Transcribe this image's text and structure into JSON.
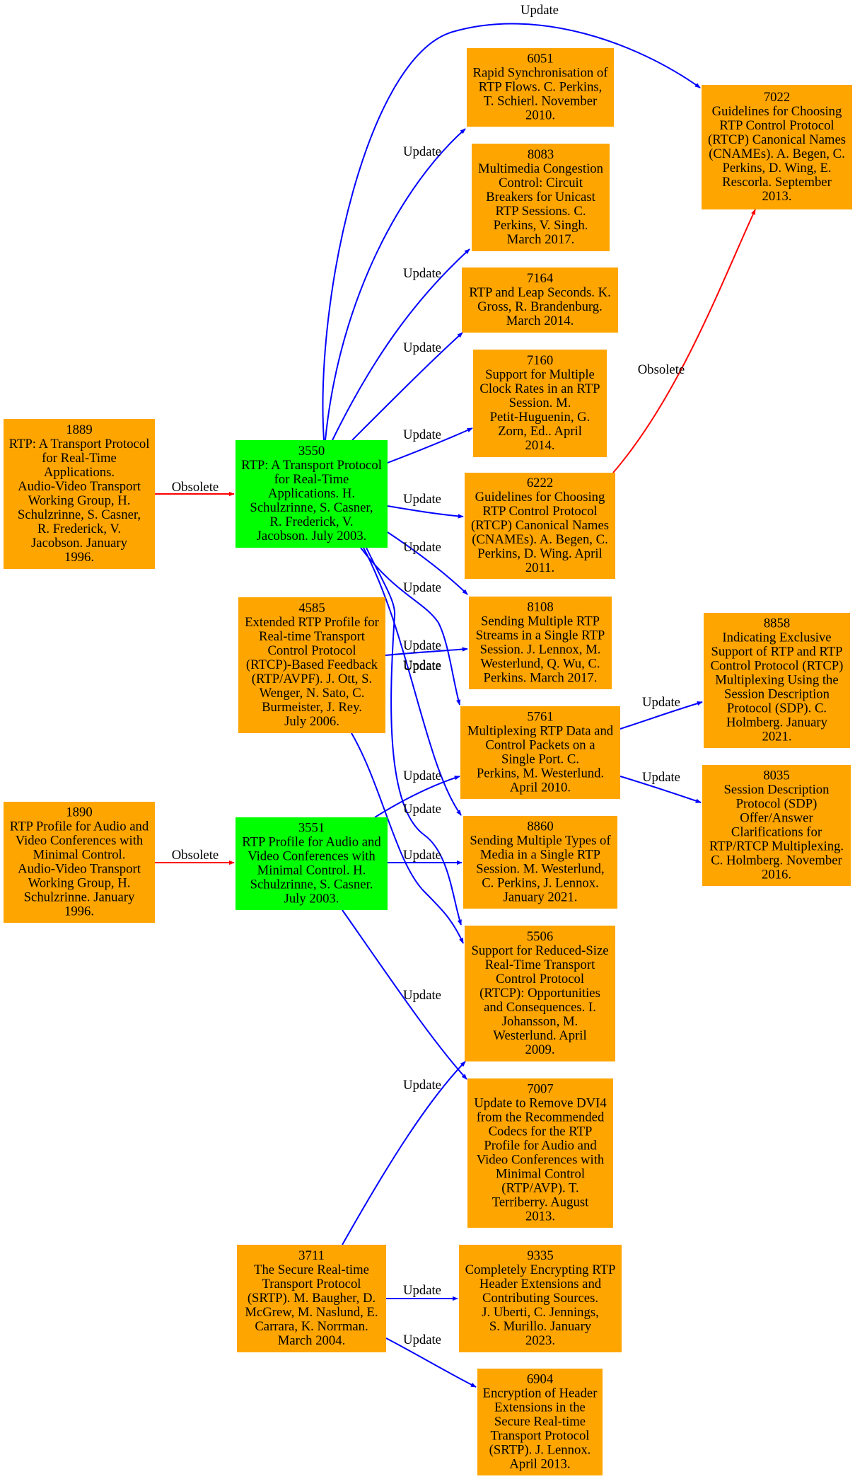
{
  "colors": {
    "orange": "#ffa500",
    "green": "#00ff00",
    "update_edge": "#0000ff",
    "obsolete_edge": "#ff0000"
  },
  "nodes": [
    {
      "id": "1889",
      "color": "orange",
      "lines": [
        "1889",
        "RTP: A Transport Protocol",
        "for Real-Time",
        "Applications.",
        "Audio-Video Transport",
        "Working Group, H.",
        "Schulzrinne, S. Casner,",
        "R. Frederick, V.",
        "Jacobson. January",
        "1996."
      ]
    },
    {
      "id": "1890",
      "color": "orange",
      "lines": [
        "1890",
        "RTP Profile for Audio and",
        "Video Conferences with",
        "Minimal Control.",
        "Audio-Video Transport",
        "Working Group, H.",
        "Schulzrinne. January",
        "1996."
      ]
    },
    {
      "id": "3550",
      "color": "green",
      "lines": [
        "3550",
        "RTP: A Transport Protocol",
        "for Real-Time",
        "Applications. H.",
        "Schulzrinne, S. Casner,",
        "R. Frederick, V.",
        "Jacobson. July 2003."
      ]
    },
    {
      "id": "4585",
      "color": "orange",
      "lines": [
        "4585",
        "Extended RTP Profile for",
        "Real-time Transport",
        "Control Protocol",
        "(RTCP)-Based Feedback",
        "(RTP/AVPF). J. Ott, S.",
        "Wenger, N. Sato, C.",
        "Burmeister, J. Rey.",
        "July 2006."
      ]
    },
    {
      "id": "3551",
      "color": "green",
      "lines": [
        "3551",
        "RTP Profile for Audio and",
        "Video Conferences with",
        "Minimal Control. H.",
        "Schulzrinne, S. Casner.",
        "July 2003."
      ]
    },
    {
      "id": "3711",
      "color": "orange",
      "lines": [
        "3711",
        "The Secure Real-time",
        "Transport Protocol",
        "(SRTP). M. Baugher, D.",
        "McGrew, M. Naslund, E.",
        "Carrara, K. Norrman.",
        "March 2004."
      ]
    },
    {
      "id": "6051",
      "color": "orange",
      "lines": [
        "6051",
        "Rapid Synchronisation of",
        "RTP Flows. C. Perkins,",
        "T. Schierl. November",
        "2010."
      ]
    },
    {
      "id": "8083",
      "color": "orange",
      "lines": [
        "8083",
        "Multimedia Congestion",
        "Control: Circuit",
        "Breakers for Unicast",
        "RTP Sessions. C.",
        "Perkins, V. Singh.",
        "March 2017."
      ]
    },
    {
      "id": "7164",
      "color": "orange",
      "lines": [
        "7164",
        "RTP and Leap Seconds. K.",
        "Gross, R. Brandenburg.",
        "March 2014."
      ]
    },
    {
      "id": "7160",
      "color": "orange",
      "lines": [
        "7160",
        "Support for Multiple",
        "Clock Rates in an RTP",
        "Session. M.",
        "Petit-Huguenin, G.",
        "Zorn, Ed.. April",
        "2014."
      ]
    },
    {
      "id": "6222",
      "color": "orange",
      "lines": [
        "6222",
        "Guidelines for Choosing",
        "RTP Control Protocol",
        "(RTCP) Canonical Names",
        "(CNAMEs). A. Begen, C.",
        "Perkins, D. Wing. April",
        "2011."
      ]
    },
    {
      "id": "8108",
      "color": "orange",
      "lines": [
        "8108",
        "Sending Multiple RTP",
        "Streams in a Single RTP",
        "Session. J. Lennox, M.",
        "Westerlund, Q. Wu, C.",
        "Perkins. March 2017."
      ]
    },
    {
      "id": "5761",
      "color": "orange",
      "lines": [
        "5761",
        "Multiplexing RTP Data and",
        "Control Packets on a",
        "Single Port. C.",
        "Perkins, M. Westerlund.",
        "April 2010."
      ]
    },
    {
      "id": "8860",
      "color": "orange",
      "lines": [
        "8860",
        "Sending Multiple Types of",
        "Media in a Single RTP",
        "Session. M. Westerlund,",
        "C. Perkins, J. Lennox.",
        "January 2021."
      ]
    },
    {
      "id": "5506",
      "color": "orange",
      "lines": [
        "5506",
        "Support for Reduced-Size",
        "Real-Time Transport",
        "Control Protocol",
        "(RTCP): Opportunities",
        "and Consequences. I.",
        "Johansson, M.",
        "Westerlund. April",
        "2009."
      ]
    },
    {
      "id": "7007",
      "color": "orange",
      "lines": [
        "7007",
        "Update to Remove DVI4",
        "from the Recommended",
        "Codecs for the RTP",
        "Profile for Audio and",
        "Video Conferences with",
        "Minimal Control",
        "(RTP/AVP). T.",
        "Terriberry. August",
        "2013."
      ]
    },
    {
      "id": "9335",
      "color": "orange",
      "lines": [
        "9335",
        "Completely Encrypting RTP",
        "Header Extensions and",
        "Contributing Sources.",
        "J. Uberti, C. Jennings,",
        "S. Murillo. January",
        "2023."
      ]
    },
    {
      "id": "6904",
      "color": "orange",
      "lines": [
        "6904",
        "Encryption of Header",
        "Extensions in the",
        "Secure Real-time",
        "Transport Protocol",
        "(SRTP). J. Lennox.",
        "April 2013."
      ]
    },
    {
      "id": "7022",
      "color": "orange",
      "lines": [
        "7022",
        "Guidelines for Choosing",
        "RTP Control Protocol",
        "(RTCP) Canonical Names",
        "(CNAMEs). A. Begen, C.",
        "Perkins, D. Wing, E.",
        "Rescorla. September",
        "2013."
      ]
    },
    {
      "id": "8858",
      "color": "orange",
      "lines": [
        "8858",
        "Indicating Exclusive",
        "Support of RTP and RTP",
        "Control Protocol (RTCP)",
        "Multiplexing Using the",
        "Session Description",
        "Protocol (SDP). C.",
        "Holmberg. January",
        "2021."
      ]
    },
    {
      "id": "8035",
      "color": "orange",
      "lines": [
        "8035",
        "Session Description",
        "Protocol (SDP)",
        "Offer/Answer",
        "Clarifications for",
        "RTP/RTCP Multiplexing.",
        "C. Holmberg. November",
        "2016."
      ]
    }
  ],
  "edges": [
    {
      "from": "1889",
      "to": "3550",
      "label": "Obsolete",
      "kind": "obsolete_edge"
    },
    {
      "from": "1890",
      "to": "3551",
      "label": "Obsolete",
      "kind": "obsolete_edge"
    },
    {
      "from": "3550",
      "to": "7022",
      "label": "Update",
      "kind": "update_edge"
    },
    {
      "from": "3550",
      "to": "6051",
      "label": "Update",
      "kind": "update_edge"
    },
    {
      "from": "3550",
      "to": "8083",
      "label": "Update",
      "kind": "update_edge"
    },
    {
      "from": "3550",
      "to": "7164",
      "label": "Update",
      "kind": "update_edge"
    },
    {
      "from": "3550",
      "to": "7160",
      "label": "Update",
      "kind": "update_edge"
    },
    {
      "from": "3550",
      "to": "6222",
      "label": "Update",
      "kind": "update_edge"
    },
    {
      "from": "3550",
      "to": "8108",
      "label": "Update",
      "kind": "update_edge"
    },
    {
      "from": "3550",
      "to": "5761",
      "label": "Update",
      "kind": "update_edge"
    },
    {
      "from": "3550",
      "to": "8860",
      "label": "Update",
      "kind": "update_edge"
    },
    {
      "from": "3550",
      "to": "5506",
      "label": "Update",
      "kind": "update_edge"
    },
    {
      "from": "6222",
      "to": "7022",
      "label": "Obsolete",
      "kind": "obsolete_edge"
    },
    {
      "from": "4585",
      "to": "8108",
      "label": "Update",
      "kind": "update_edge"
    },
    {
      "from": "4585",
      "to": "5506",
      "label": "Update",
      "kind": "update_edge"
    },
    {
      "from": "3551",
      "to": "5761",
      "label": "Update",
      "kind": "update_edge"
    },
    {
      "from": "3551",
      "to": "8860",
      "label": "Update",
      "kind": "update_edge"
    },
    {
      "from": "3551",
      "to": "7007",
      "label": "Update",
      "kind": "update_edge"
    },
    {
      "from": "5761",
      "to": "8858",
      "label": "Update",
      "kind": "update_edge"
    },
    {
      "from": "5761",
      "to": "8035",
      "label": "Update",
      "kind": "update_edge"
    },
    {
      "from": "3711",
      "to": "5506",
      "label": "Update",
      "kind": "update_edge"
    },
    {
      "from": "3711",
      "to": "9335",
      "label": "Update",
      "kind": "update_edge"
    },
    {
      "from": "3711",
      "to": "6904",
      "label": "Update",
      "kind": "update_edge"
    }
  ]
}
